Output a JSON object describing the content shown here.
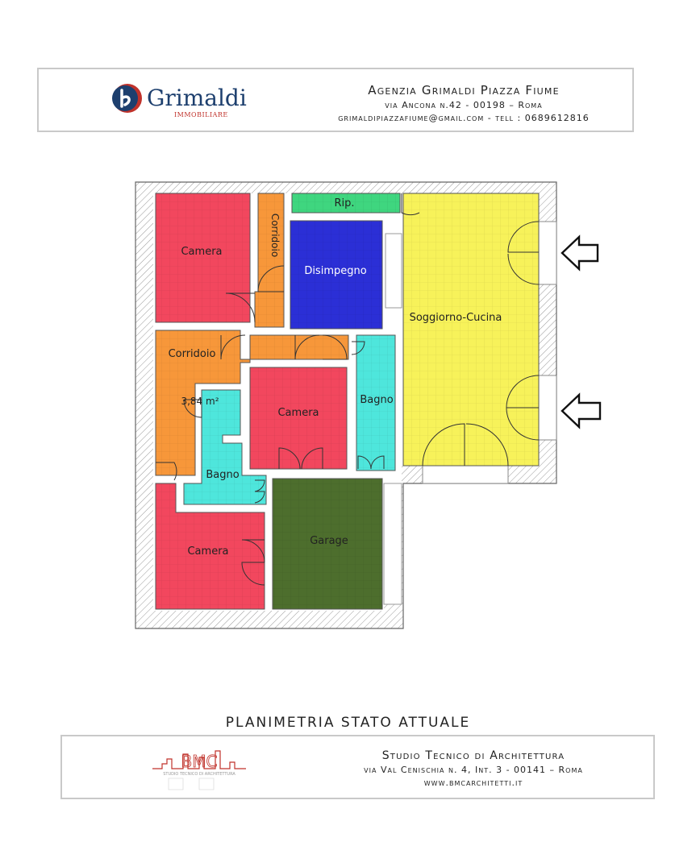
{
  "header": {
    "logo_name": "Grimaldi",
    "logo_sub": "IMMOBILIARE",
    "agency_title": "Agenzia Grimaldi Piazza Fiume",
    "agency_address": "via Ancona n.42  - 00198 – Roma",
    "agency_contact": "grimaldipiazzafiume@gmail.com - tell : 0689612816"
  },
  "plan": {
    "rooms": {
      "camera_1": "Camera",
      "corridoio_v": "Corridoio",
      "rip": "Rip.",
      "disimpegno": "Disimpegno",
      "soggiorno": "Soggiorno-Cucina",
      "corridoio_l": "Corridoio",
      "area": "3,84 m²",
      "camera_2": "Camera",
      "bagno_1": "Bagno",
      "bagno_2": "Bagno",
      "camera_3": "Camera",
      "garage": "Garage"
    },
    "colors": {
      "camera": "#f2475e",
      "corridoio": "#f7973a",
      "disimpegno": "#2b2fd6",
      "soggiorno": "#f7f25a",
      "bagno": "#4ee6dc",
      "garage": "#4d6e2d",
      "ripostiglio": "#3fd67f",
      "wall": "#ffffff"
    },
    "arrow_icons": [
      "arrow-left-icon",
      "arrow-left-icon"
    ]
  },
  "plan_title": "PLANIMETRIA STATO ATTUALE",
  "footer": {
    "logo_text": "BMC",
    "logo_sub": "STUDIO TECNICO DI ARCHITETTURA",
    "studio_title": "Studio Tecnico di Architettura",
    "studio_address": "via Val Cenischia n. 4, Int. 3 - 00141 – Roma",
    "studio_site": "www.bmcarchitetti.it"
  }
}
